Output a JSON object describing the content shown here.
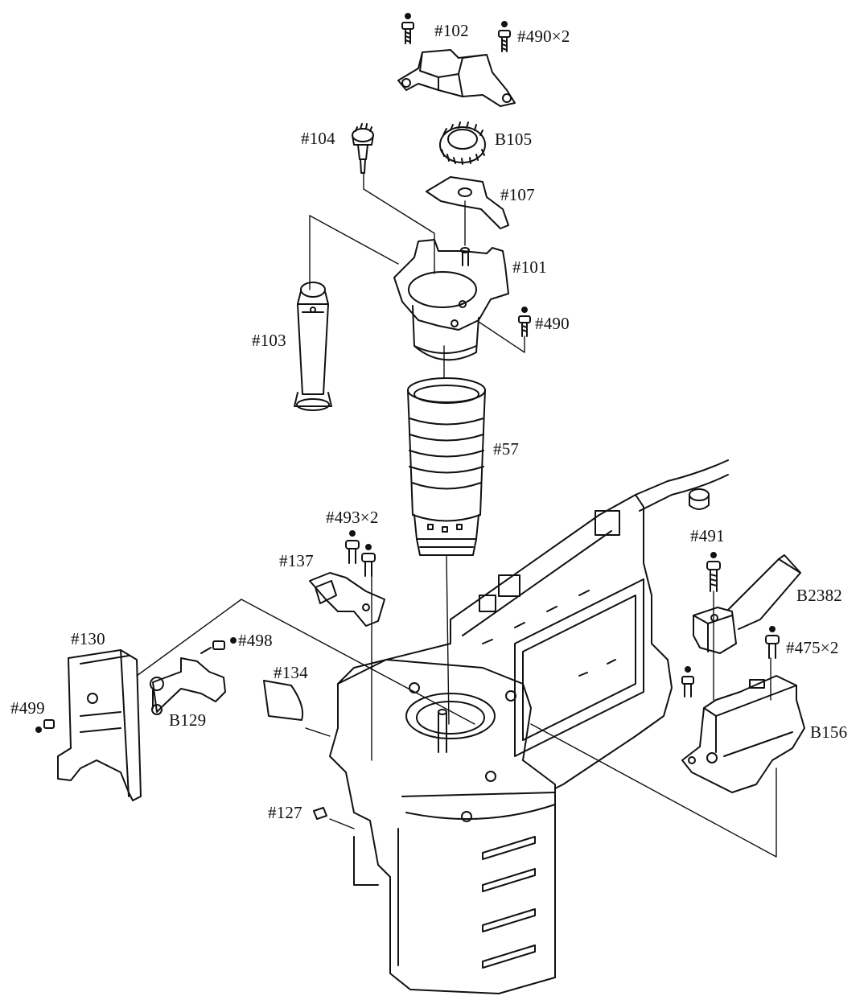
{
  "diagram": {
    "ink_color": "#111111",
    "background": "#ffffff",
    "labels": {
      "p102": "#102",
      "p490x2": "#490×2",
      "p104": "#104",
      "pB105": "B105",
      "p107": "#107",
      "p101": "#101",
      "p490": "#490",
      "p103": "#103",
      "p57": "#57",
      "p491": "#491",
      "p493x2": "#493×2",
      "p137": "#137",
      "pB2382": "B2382",
      "p130": "#130",
      "p498": "#498",
      "p475x2": "#475×2",
      "p134": "#134",
      "p499": "#499",
      "pB129": "B129",
      "pB156": "B156",
      "p127": "#127"
    }
  }
}
